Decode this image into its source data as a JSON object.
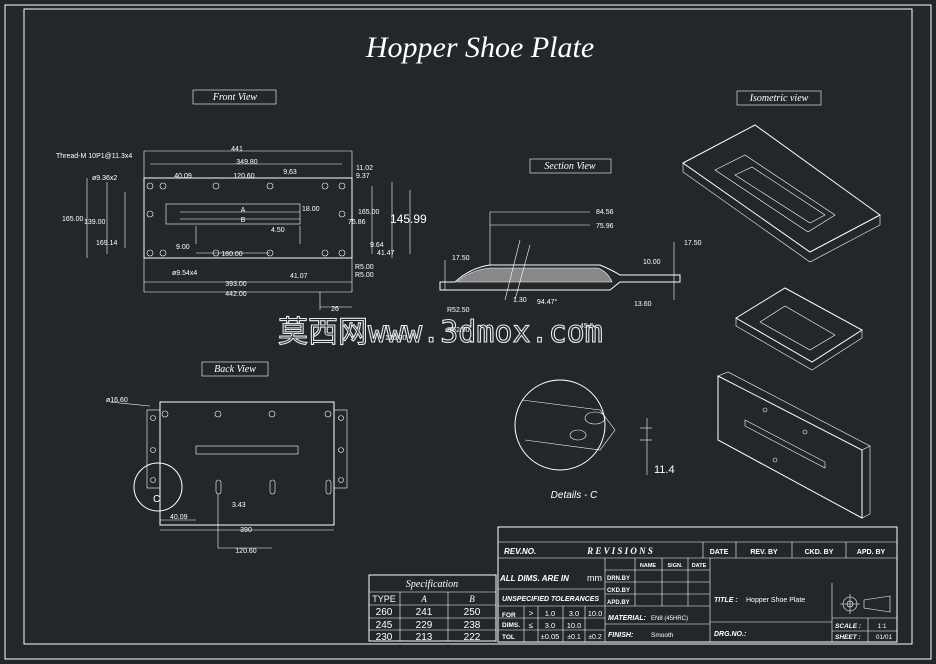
{
  "title": "Hopper Shoe Plate",
  "views": {
    "front": "Front View",
    "section": "Section View",
    "isometric": "Isometric view",
    "back": "Back View",
    "details": "Details - C"
  },
  "front_dims": {
    "thread": "Thread-M 10P1@11.3x4",
    "d441": "441",
    "d349": "349.80",
    "d40": "40.09",
    "d120": "120.60",
    "d963": "9,63",
    "d1102": "11.02",
    "d937": "9.37",
    "dhole": "ø9.36x2",
    "d1650": "165.00",
    "d139": "139.00",
    "d169": "169.14",
    "dA": "A",
    "dB": "B",
    "d1800": "18.00",
    "d450": "4.50",
    "d165r": "165.00",
    "d7586": "75.86",
    "d14599": "145.99",
    "d900": "9.00",
    "d964": "9.64",
    "d4147": "41.47",
    "d180": "180.00",
    "d96": "ø9.54x4",
    "d4107": "41.07",
    "dr5a": "R5.00",
    "dr5b": "R5.00",
    "d393": "393.00",
    "d442": "442.00",
    "d26": "26"
  },
  "section_dims": {
    "d8456": "84.56",
    "d7596": "75.96",
    "d1750l": "17.50",
    "d1750r": "17.50",
    "d1000": "10.00",
    "d1360": "13.60",
    "dr52a": "R52.50",
    "dr52b": "R52.50",
    "d130": "1.30",
    "d9447": "94.47°",
    "d455": "45.5",
    "d1200": "120.00"
  },
  "back_dims": {
    "d1660": "ø16.60",
    "dC": "C",
    "d343": "3.43",
    "d4009": "40.09",
    "d390": "390",
    "d12060": "120.60"
  },
  "detail_dims": {
    "d114": "11.4"
  },
  "watermark": "莫西网www.3dmox.com",
  "spec": {
    "title": "Specification",
    "headers": [
      "TYPE",
      "A",
      "B"
    ],
    "rows": [
      [
        "260",
        "241",
        "250"
      ],
      [
        "245",
        "229",
        "238"
      ],
      [
        "230",
        "213",
        "222"
      ]
    ]
  },
  "revisions": {
    "rev_no": "REV.NO.",
    "label": "R E V I S I O N S",
    "date": "DATE",
    "rev_by": "REV. BY",
    "ckd_by": "CKD. BY",
    "apd_by": "APD. BY"
  },
  "notes": {
    "all_dims": "ALL DIMS. ARE IN",
    "mm": "mm",
    "unspecified": "UNSPECIFIED TOLERANCES",
    "for": "FOR",
    "dims": "DIMS.",
    "tol": "TOL",
    "gt": ">",
    "le": "≤",
    "c1": "1.0",
    "c2": "3.0",
    "c3": "10.0",
    "t1": "±0.05",
    "t2": "±0.1",
    "t3": "±0.2"
  },
  "signoff": {
    "drn": "DRN.BY",
    "ckd": "CKD.BY",
    "apd": "APD.BY",
    "name": "NAME",
    "sign": "SIGN.",
    "date": "DATE"
  },
  "material": {
    "label": "MATERIAL:",
    "value": "EN8  (45HRC)"
  },
  "finish": {
    "label": "FINISH:",
    "value": "Smooth"
  },
  "title_block": {
    "title_label": "TITLE :",
    "title_value": "Hopper Shoe Plate",
    "drg_no": "DRG.NO.:",
    "scale_label": "SCALE :",
    "scale_value": "1:1",
    "sheet_label": "SHEET :",
    "sheet_value": "01/01"
  }
}
